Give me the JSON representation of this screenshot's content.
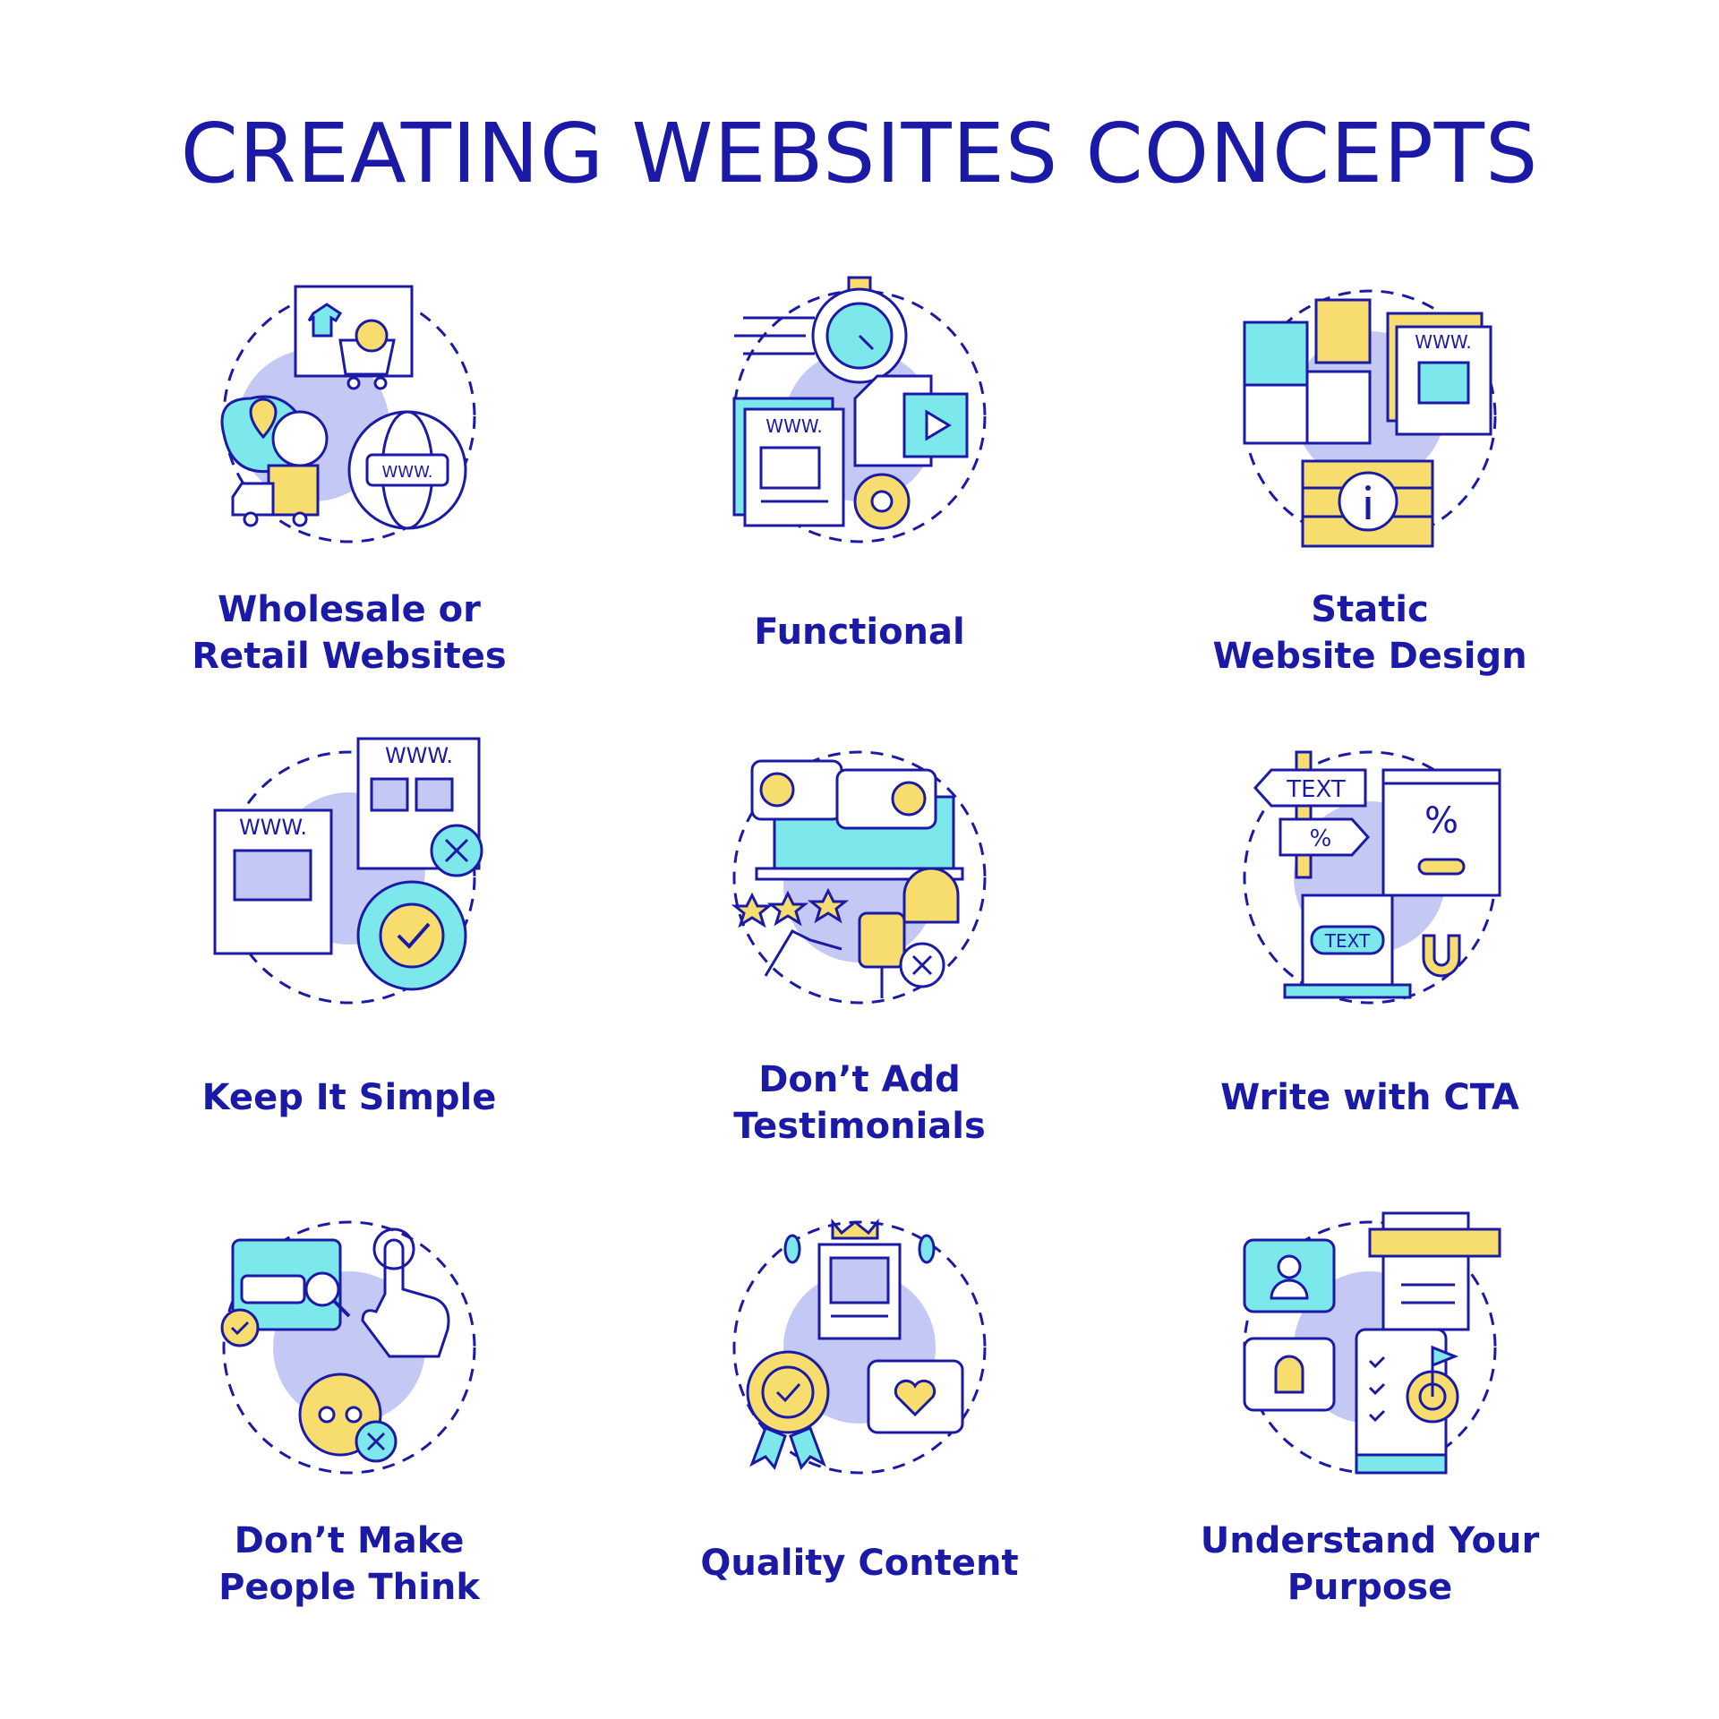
{
  "page": {
    "title": "CREATING WEBSITES CONCEPTS"
  },
  "colors": {
    "outline": "#1b1aa6",
    "cyan": "#7de8ec",
    "yellow": "#f6dd6e",
    "lavender": "#c4c8f4"
  },
  "icons": [
    {
      "icon": "shop-globe-delivery-icon",
      "line1": "Wholesale or",
      "line2": "Retail Websites"
    },
    {
      "icon": "stopwatch-media-icon",
      "line1": "Functional",
      "line2": ""
    },
    {
      "icon": "puzzle-webpage-icon",
      "line1": "Static",
      "line2": "Website Design"
    },
    {
      "icon": "webpages-gear-check-icon",
      "line1": "Keep It Simple",
      "line2": ""
    },
    {
      "icon": "reviews-stars-icon",
      "line1": "Don’t Add",
      "line2": "Testimonials"
    },
    {
      "icon": "signpost-discount-icon",
      "line1": "Write with CTA",
      "line2": ""
    },
    {
      "icon": "confused-user-click-icon",
      "line1": "Don’t Make",
      "line2": "People Think"
    },
    {
      "icon": "award-content-icon",
      "line1": "Quality Content",
      "line2": ""
    },
    {
      "icon": "target-goals-icon",
      "line1": "Understand Your",
      "line2": "Purpose"
    }
  ],
  "texts": {
    "www": "WWW.",
    "text": "TEXT",
    "percent": "%"
  }
}
